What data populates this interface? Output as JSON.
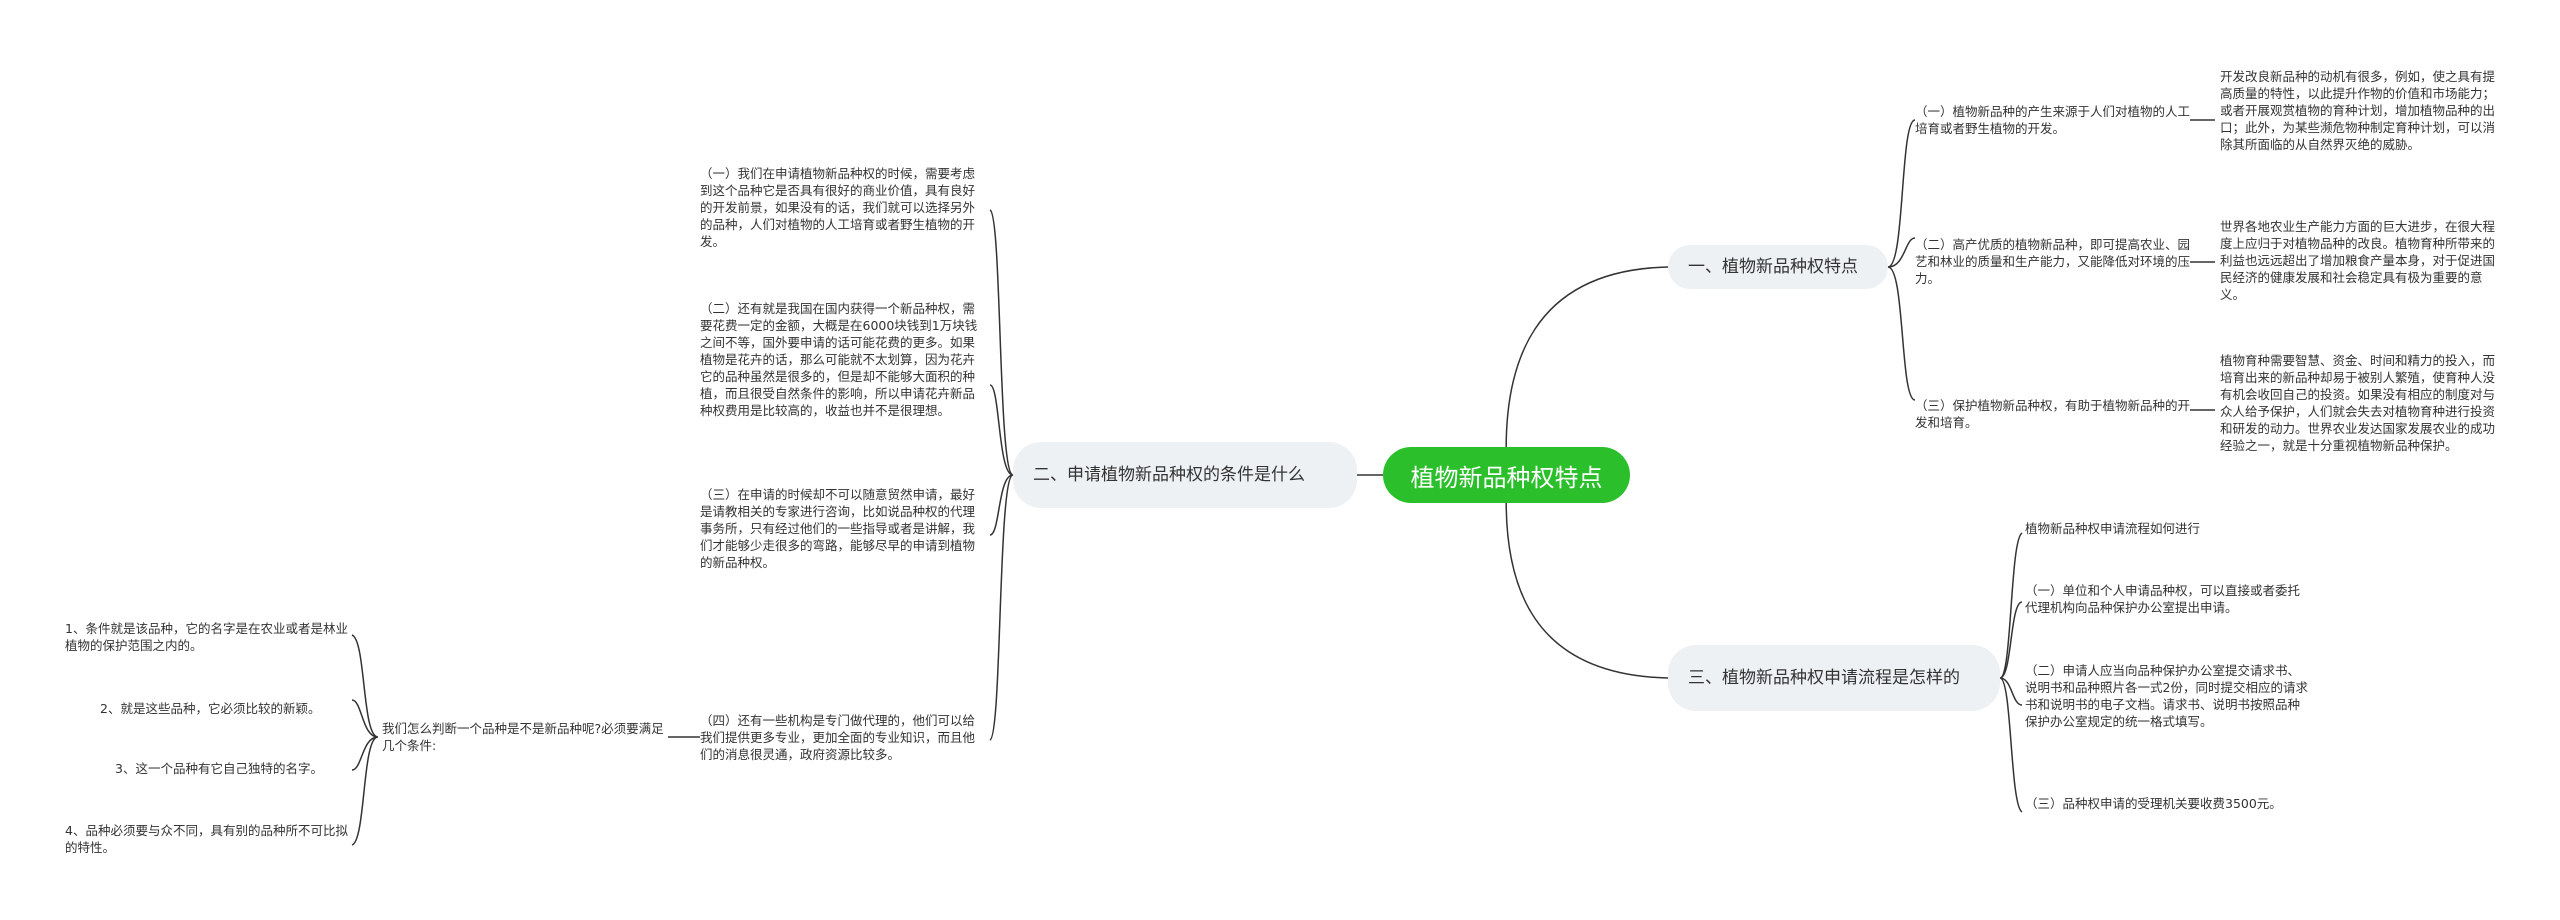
{
  "root": {
    "label": "植物新品种权特点"
  },
  "b1": {
    "label": "一、植物新品种权特点",
    "items": [
      {
        "label": "（一）植物新品种的产生来源于人们对植物的人工培育或者野生植物的开发。",
        "detail": "开发改良新品种的动机有很多，例如，使之具有提高质量的特性，以此提升作物的价值和市场能力；或者开展观赏植物的育种计划，增加植物品种的出口；此外，为某些濒危物种制定育种计划，可以消除其所面临的从自然界灭绝的威胁。"
      },
      {
        "label": "（二）高产优质的植物新品种，即可提高农业、园艺和林业的质量和生产能力，又能降低对环境的压力。",
        "detail": "世界各地农业生产能力方面的巨大进步，在很大程度上应归于对植物品种的改良。植物育种所带来的利益也远远超出了增加粮食产量本身，对于促进国民经济的健康发展和社会稳定具有极为重要的意义。"
      },
      {
        "label": "（三）保护植物新品种权，有助于植物新品种的开发和培育。",
        "detail": "植物育种需要智慧、资金、时间和精力的投入，而培育出来的新品种却易于被别人繁殖，使育种人没有机会收回自己的投资。如果没有相应的制度对与众人给予保护，人们就会失去对植物育种进行投资和研发的动力。世界农业发达国家发展农业的成功经验之一，就是十分重视植物新品种保护。"
      }
    ]
  },
  "b2": {
    "label": "二、申请植物新品种权的条件是什么",
    "items": [
      "（一）我们在申请植物新品种权的时候，需要考虑到这个品种它是否具有很好的商业价值，具有良好的开发前景，如果没有的话，我们就可以选择另外的品种，人们对植物的人工培育或者野生植物的开发。",
      "（二）还有就是我国在国内获得一个新品种权，需要花费一定的金额，大概是在6000块钱到1万块钱之间不等，国外要申请的话可能花费的更多。如果植物是花卉的话，那么可能就不太划算，因为花卉它的品种虽然是很多的，但是却不能够大面积的种植，而且很受自然条件的影响，所以申请花卉新品种权费用是比较高的，收益也并不是很理想。",
      "（三）在申请的时候却不可以随意贸然申请，最好是请教相关的专家进行咨询，比如说品种权的代理事务所，只有经过他们的一些指导或者是讲解，我们才能够少走很多的弯路，能够尽早的申请到植物的新品种权。",
      "（四）还有一些机构是专门做代理的，他们可以给我们提供更多专业，更加全面的专业知识，而且他们的消息很灵通，政府资源比较多。"
    ],
    "question": "我们怎么判断一个品种是不是新品种呢?必须要满足几个条件:",
    "conditions": [
      "1、条件就是该品种，它的名字是在农业或者是林业植物的保护范围之内的。",
      "2、就是这些品种，它必须比较的新颖。",
      "3、这一个品种有它自己独特的名字。",
      "4、品种必须要与众不同，具有别的品种所不可比拟的特性。"
    ]
  },
  "b3": {
    "label": "三、植物新品种权申请流程是怎样的",
    "items": [
      "植物新品种权申请流程如何进行",
      "（一）单位和个人申请品种权，可以直接或者委托代理机构向品种保护办公室提出申请。",
      "（二）申请人应当向品种保护办公室提交请求书、说明书和品种照片各一式2份，同时提交相应的请求书和说明书的电子文档。请求书、说明书按照品种保护办公室规定的统一格式填写。",
      "（三）品种权申请的受理机关要收费3500元。"
    ]
  },
  "colors": {
    "root": "#2bc02b",
    "branch_bg": "#eef1f4",
    "line": "#333333"
  }
}
